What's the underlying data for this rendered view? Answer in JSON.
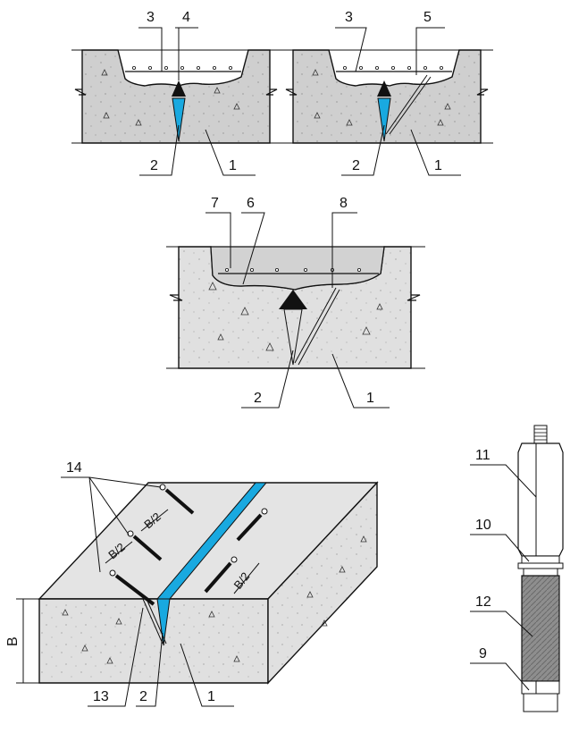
{
  "colors": {
    "concrete": "#c9c9c9",
    "concrete_light": "#dcdcdc",
    "crack_fill": "#19a9e0",
    "line": "#111111",
    "top_face": "#e4e4e4",
    "anchor_body": "#9c9c9c"
  },
  "figure1": {
    "labels": {
      "l3": "3",
      "l4": "4",
      "l2": "2",
      "l1": "1"
    }
  },
  "figure2": {
    "labels": {
      "l3": "3",
      "l5": "5",
      "l2": "2",
      "l1": "1"
    }
  },
  "figure3": {
    "labels": {
      "l7": "7",
      "l6": "6",
      "l8": "8",
      "l2": "2",
      "l1": "1"
    }
  },
  "figure4": {
    "labels": {
      "l14": "14",
      "l13": "13",
      "l2": "2",
      "l1": "1",
      "lB": "B"
    },
    "dims": {
      "half_a": "B/2",
      "half_b": "B/2",
      "half_c": "B/2"
    }
  },
  "figure5": {
    "labels": {
      "l11": "11",
      "l10": "10",
      "l12": "12",
      "l9": "9"
    }
  }
}
